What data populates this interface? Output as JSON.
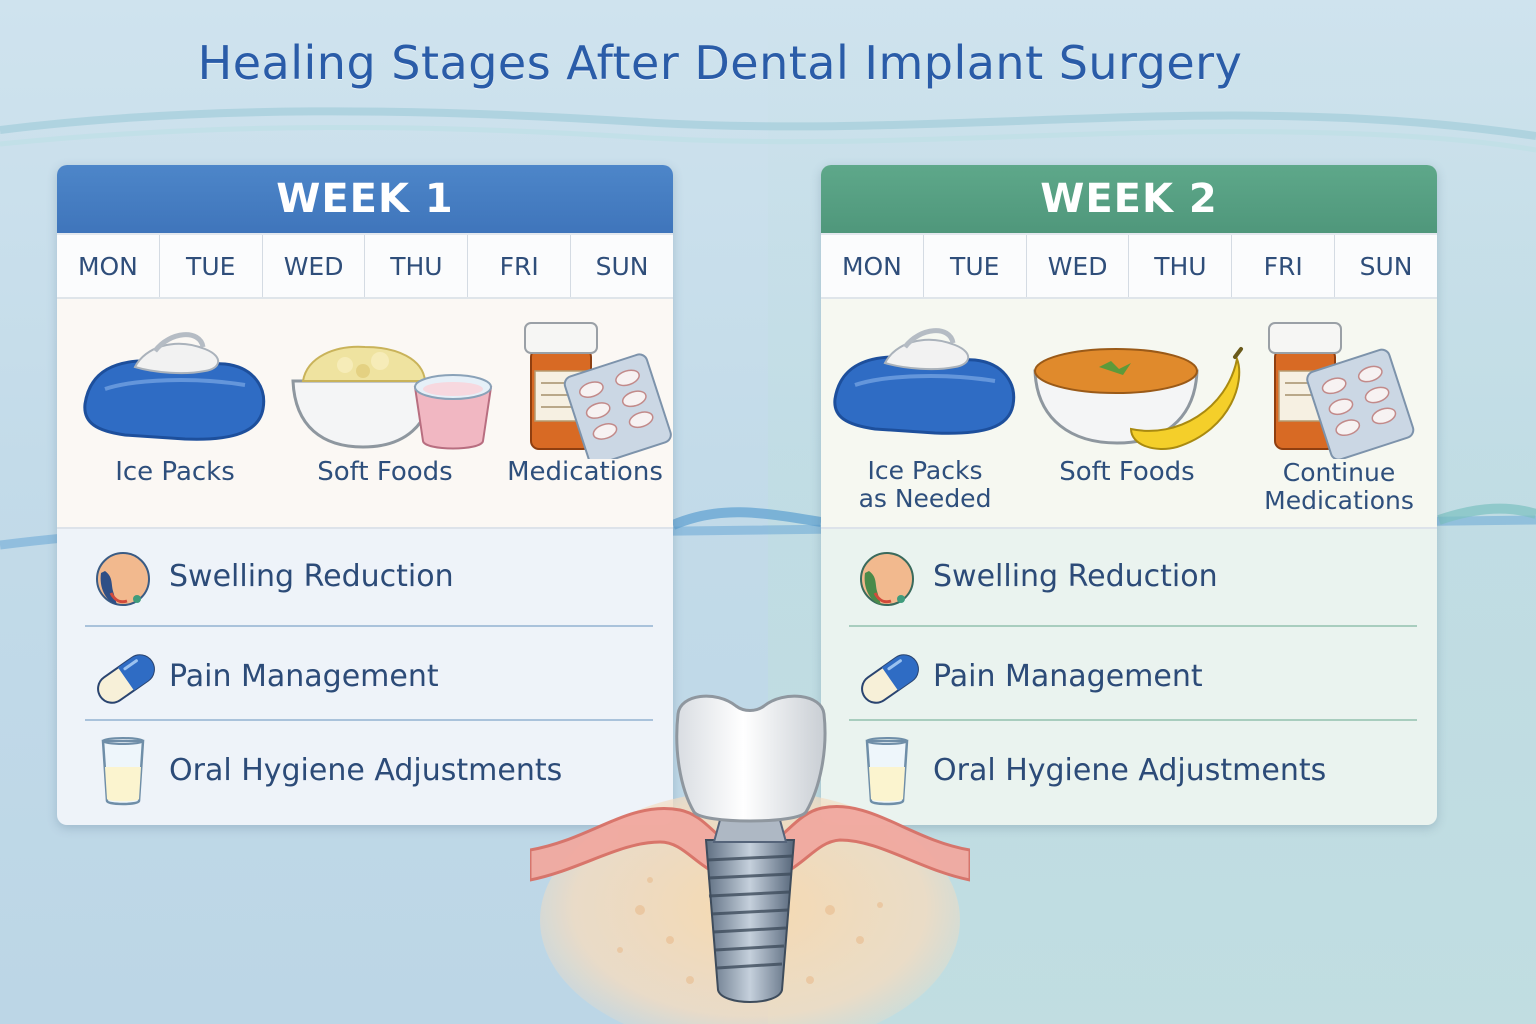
{
  "title": "Healing Stages After Dental Implant Surgery",
  "weeks": [
    {
      "header": "WEEK 1",
      "color": "#4a81c4",
      "days": [
        "MON",
        "TUE",
        "WED",
        "THU",
        "FRI",
        "SUN"
      ],
      "items": [
        {
          "label": "Ice Packs",
          "icon": "ice-pack-icon"
        },
        {
          "label": "Soft Foods",
          "icon": "mashed-food-yogurt-icon"
        },
        {
          "label": "Medications",
          "icon": "pill-bottle-blister-icon"
        }
      ],
      "benefits": [
        {
          "label": "Swelling Reduction",
          "icon": "swollen-cheek-icon"
        },
        {
          "label": "Pain Management",
          "icon": "capsule-icon"
        },
        {
          "label": "Oral Hygiene Adjustments",
          "icon": "water-glass-icon"
        }
      ]
    },
    {
      "header": "WEEK 2",
      "color": "#58a185",
      "days": [
        "MON",
        "TUE",
        "WED",
        "THU",
        "FRI",
        "SUN"
      ],
      "items": [
        {
          "label_line1": "Ice Packs",
          "label_line2": "as Needed",
          "icon": "ice-pack-icon"
        },
        {
          "label": "Soft Foods",
          "icon": "soup-banana-icon"
        },
        {
          "label_line1": "Continue",
          "label_line2": "Medications",
          "icon": "pill-bottle-blister-icon"
        }
      ],
      "benefits": [
        {
          "label": "Swelling Reduction",
          "icon": "swollen-cheek-icon"
        },
        {
          "label": "Pain Management",
          "icon": "capsule-icon"
        },
        {
          "label": "Oral Hygiene Adjustments",
          "icon": "water-glass-icon"
        }
      ]
    }
  ],
  "implant_icon": "dental-implant-icon"
}
